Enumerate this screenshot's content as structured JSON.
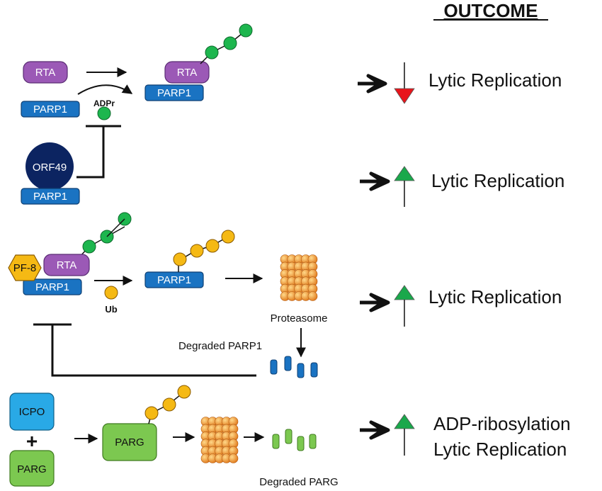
{
  "header": {
    "outcome": "OUTCOME"
  },
  "row1": {
    "rta_left": "RTA",
    "parp1_left": "PARP1",
    "adpr": "ADPr",
    "rta_right": "RTA",
    "parp1_right": "PARP1"
  },
  "row2": {
    "orf49": "ORF49",
    "parp1": "PARP1"
  },
  "row3": {
    "pf8": "PF-8",
    "rta": "RTA",
    "parp1_left": "PARP1",
    "ub": "Ub",
    "parp1_mid": "PARP1",
    "proteasome": "Proteasome",
    "degraded": "Degraded PARP1"
  },
  "row4": {
    "icpo": "ICPO",
    "plus": "+",
    "parg_left": "PARG",
    "parg_mid": "PARG",
    "degraded": "Degraded PARG"
  },
  "outcomes": [
    {
      "text": "Lytic Replication",
      "direction": "down",
      "color": "#e8141b"
    },
    {
      "text": "Lytic Replication",
      "direction": "up",
      "color": "#1aa84b"
    },
    {
      "text": "Lytic Replication",
      "direction": "up",
      "color": "#1aa84b"
    },
    {
      "text": "ADP-ribosylation",
      "text2": "Lytic Replication",
      "direction": "up",
      "color": "#1aa84b"
    }
  ],
  "colors": {
    "rta": "#9b59b6",
    "parp1": "#1a73c2",
    "adpr_bead": "#1db64e",
    "ub_bead": "#f5b914",
    "orf49": "#0c2461",
    "pf8": "#f5b914",
    "icpo": "#29a9e6",
    "parg": "#7cc850",
    "proteasome": "#f08c2a",
    "degraded_parp1": "#1a73c2",
    "degraded_parg": "#7cc850"
  }
}
